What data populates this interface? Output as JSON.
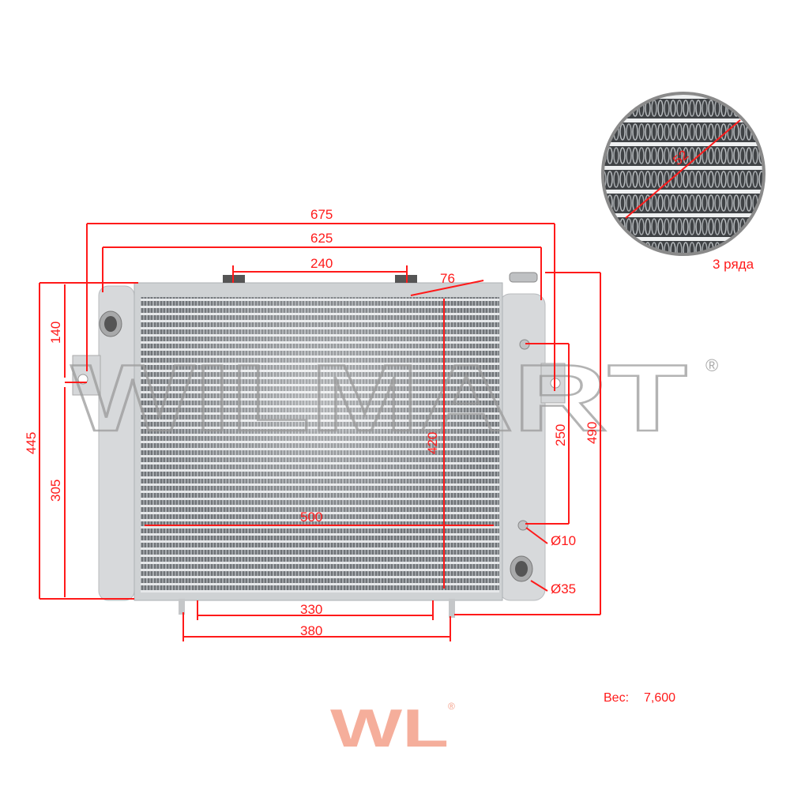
{
  "dimensions": {
    "overall_width": "675",
    "core_width": "625",
    "top_mount_spacing": "240",
    "depth": "76",
    "core_height": "420",
    "core_inner_width": "500",
    "bottom_inner": "330",
    "bottom_outer": "380",
    "left_height": "445",
    "left_upper": "140",
    "left_lower": "305",
    "right_inner": "250",
    "right_height": "490",
    "small_port": "Ø10",
    "large_port": "Ø35"
  },
  "inset": {
    "fin_size": "52",
    "rows_label": "3 ряда"
  },
  "weight": {
    "label": "Вес:",
    "value": "7,600"
  },
  "watermark": {
    "text": "WILMART",
    "registered": "®"
  },
  "logo": {
    "text": "WL",
    "registered": "®"
  },
  "colors": {
    "dimension": "#ff1a1a",
    "logo": "#f4a08a"
  }
}
